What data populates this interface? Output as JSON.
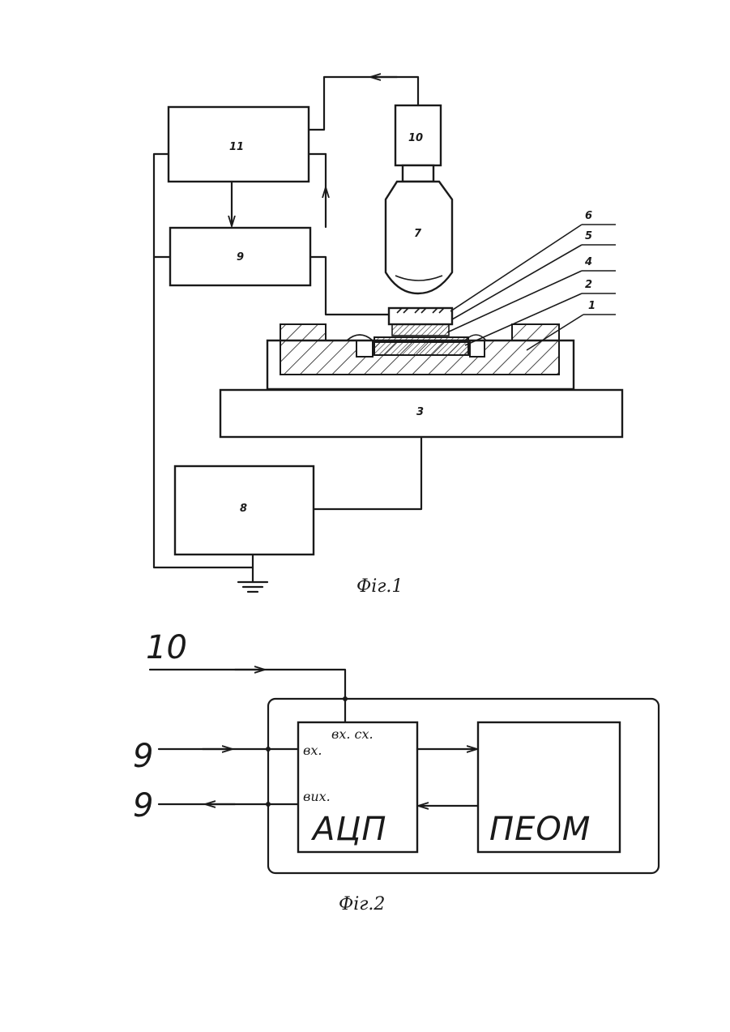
{
  "fig1": {
    "caption": "Фіг.1",
    "labels": {
      "n1": "1",
      "n2": "2",
      "n3": "3",
      "n4": "4",
      "n5": "5",
      "n6": "6",
      "n7": "7",
      "n8": "8",
      "n9": "9",
      "n10": "10",
      "n11": "11"
    }
  },
  "fig2": {
    "caption": "Фіг.2",
    "input_10": "10",
    "input_9_in": "9",
    "input_9_out": "9",
    "adc_label": "АЦП",
    "pc_label": "ПЕОМ",
    "port_sync": "вх. сх.",
    "port_in": "вх.",
    "port_out": "вих."
  }
}
